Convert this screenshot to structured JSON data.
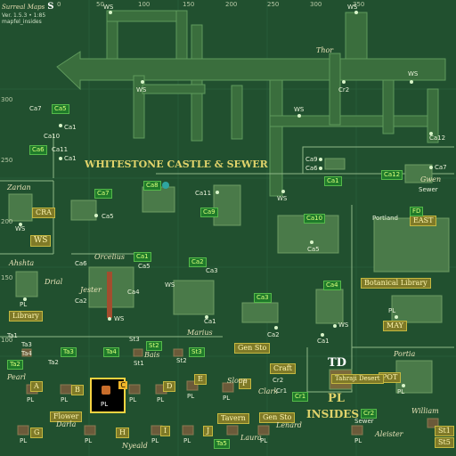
{
  "header": {
    "brand": "Surreal Maps",
    "badge": "S",
    "version": "Ver. 1.5.3 • 1:85",
    "map_id": "mapfel_insides"
  },
  "ticks": {
    "top": [
      "0",
      "50",
      "100",
      "150",
      "200",
      "250",
      "300",
      "350"
    ],
    "left": [
      "300",
      "250",
      "200",
      "150",
      "100"
    ]
  },
  "regions": {
    "castle": "WHITESTONE CASTLE & SEWER",
    "insides_1": "PL",
    "insides_2": "INSIDES",
    "td": "TD",
    "botanical": "Botanical Library",
    "library": "Library",
    "ws_box": "WS",
    "east": "EAST",
    "fd": "FD"
  },
  "places": {
    "thor": "Thor",
    "zarian": "Zarian",
    "ahshta": "Ahshta",
    "drial": "Drial",
    "orcelius": "Orcelius",
    "jester": "Jester",
    "marius": "Marius",
    "portland": "Portland",
    "gwen": "Gwen",
    "portia": "Portia",
    "bais": "Bais",
    "sloan": "Sloan",
    "clark": "Clark",
    "pearl": "Pearl",
    "darla": "Darla",
    "nyeald": "Nyeald",
    "laura": "Laura",
    "lenard": "Lenard",
    "aleister": "Aleister",
    "william": "William",
    "tahraji": "Tahraji Desert",
    "sewer": "Sewer",
    "cra": "CRA",
    "may": "MAY",
    "pot": "POT"
  },
  "labels": {
    "ws": "WS",
    "pl": "PL",
    "cr2": "Cr2",
    "ca1": "Ca1",
    "ca2": "Ca2",
    "ca3": "Ca3",
    "ca4": "Ca4",
    "ca5": "Ca5",
    "ca6": "Ca6",
    "ca7": "Ca7",
    "ca8": "Ca8",
    "ca9": "Ca9",
    "ca10": "Ca10",
    "ca11": "Ca11",
    "ca12": "Ca12",
    "ta1": "Ta1",
    "ta2": "Ta2",
    "ta3": "Ta3",
    "ta4": "Ta4",
    "st1": "St1",
    "st2": "St2",
    "st3": "St3",
    "ta5": "Ta5",
    "st5": "St5",
    "cr1": "Cr1",
    "c": "C"
  },
  "shops": {
    "a": "A",
    "b": "B",
    "d": "D",
    "e": "E",
    "f": "F",
    "g": "G",
    "h": "H",
    "i": "I",
    "j": "J",
    "flower": "Flower",
    "tavern": "Tavern",
    "gen_sto": "Gen Sto",
    "gen_sto2": "Gen\nSto",
    "craft": "Craft"
  },
  "selected": {
    "letter": "C",
    "label": "PL"
  }
}
